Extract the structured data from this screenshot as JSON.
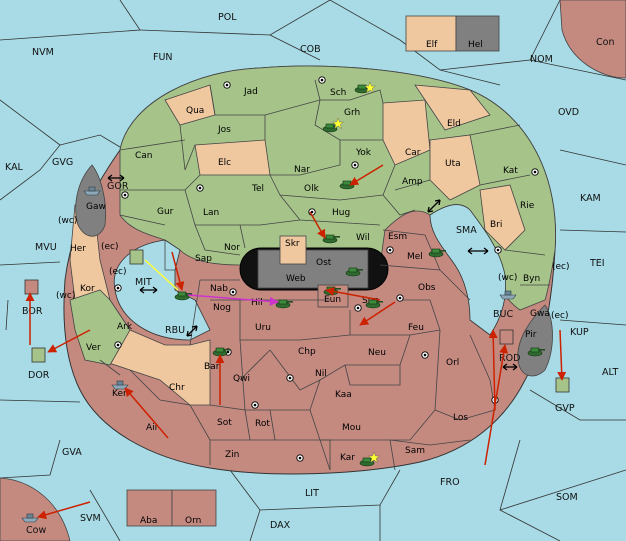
{
  "colors": {
    "sea": "#a8dbe6",
    "green": "#a6c48a",
    "tan": "#efc8a0",
    "red": "#c48a80",
    "gray": "#808080",
    "black": "#111111",
    "order": "#cc2200",
    "support_yellow": "#ffff33",
    "convoy_magenta": "#cc33cc"
  },
  "map": {
    "seas": [
      "POL",
      "NVM",
      "FUN",
      "COB",
      "NOM",
      "Con",
      "KAL",
      "GVG",
      "OVD",
      "KAM",
      "MVU",
      "SMA",
      "TEI",
      "BOR",
      "DOR",
      "MIT",
      "RBU",
      "BUC",
      "KUP",
      "ALT",
      "ROD",
      "GVP",
      "GVA",
      "FRO",
      "SOM",
      "LIT",
      "SVM",
      "DAX",
      "Cow",
      "GOR"
    ],
    "provinces": [
      "Jad",
      "Sch",
      "Qua",
      "Grh",
      "Jos",
      "Eld",
      "Can",
      "Yok",
      "Car",
      "Elc",
      "Nar",
      "Uta",
      "Amp",
      "Kat",
      "Tel",
      "Olk",
      "Gaw",
      "Gur",
      "Lan",
      "Hug",
      "Rie",
      "Bri",
      "Esm",
      "Wil",
      "Nor",
      "Skr",
      "Ost",
      "Mel",
      "Her",
      "Sap",
      "Web",
      "Byn",
      "Kor",
      "Nab",
      "Eun",
      "Obs",
      "Gwa",
      "Hil",
      "Sun",
      "Nog",
      "Uru",
      "Feu",
      "Pir",
      "Ark",
      "Chp",
      "Neu",
      "Ver",
      "Bar",
      "Qwi",
      "Nil",
      "Orl",
      "Kaa",
      "Chr",
      "Ken",
      "Sot",
      "Rot",
      "Mou",
      "Los",
      "Ail",
      "Zin",
      "Kar",
      "Sam",
      "Elf",
      "Hel",
      "Aba",
      "Orn"
    ],
    "coast_tags": [
      "(wc)",
      "(ec)",
      "(ec)",
      "(wc)",
      "(wc)",
      "(ec)",
      "(ec)"
    ]
  }
}
